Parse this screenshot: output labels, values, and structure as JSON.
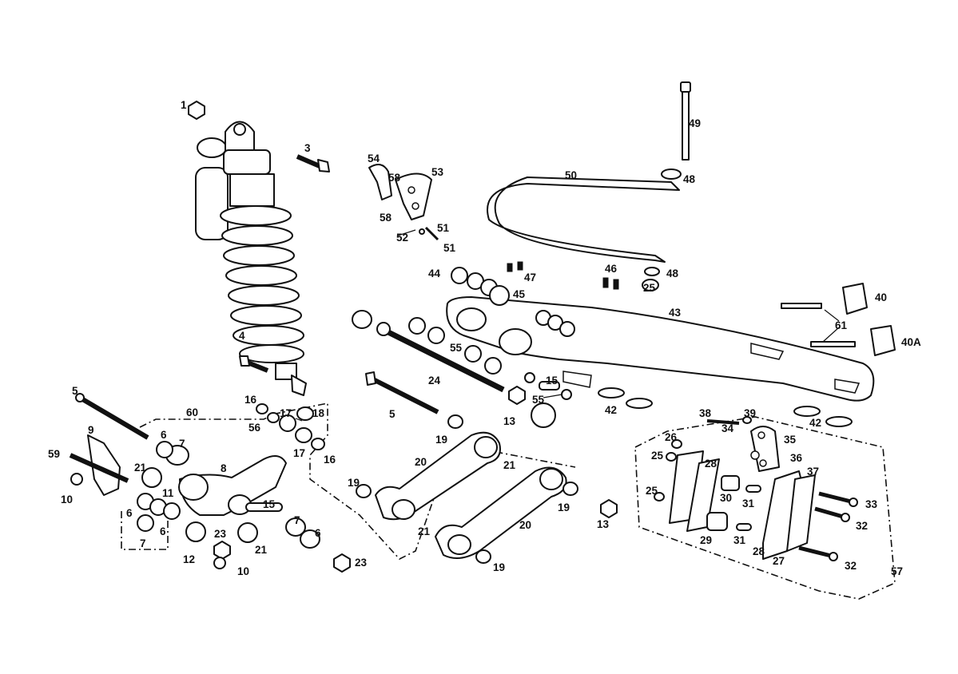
{
  "diagram": {
    "callouts": [
      {
        "id": "c1",
        "text": "1"
      },
      {
        "id": "c3",
        "text": "3"
      },
      {
        "id": "c4",
        "text": "4"
      },
      {
        "id": "c5a",
        "text": "5"
      },
      {
        "id": "c5b",
        "text": "5"
      },
      {
        "id": "c6a",
        "text": "6"
      },
      {
        "id": "c6b",
        "text": "6"
      },
      {
        "id": "c6c",
        "text": "6"
      },
      {
        "id": "c6d",
        "text": "6"
      },
      {
        "id": "c7a",
        "text": "7"
      },
      {
        "id": "c7b",
        "text": "7"
      },
      {
        "id": "c7c",
        "text": "7"
      },
      {
        "id": "c8",
        "text": "8"
      },
      {
        "id": "c9",
        "text": "9"
      },
      {
        "id": "c10a",
        "text": "10"
      },
      {
        "id": "c10b",
        "text": "10"
      },
      {
        "id": "c11",
        "text": "11"
      },
      {
        "id": "c12",
        "text": "12"
      },
      {
        "id": "c13a",
        "text": "13"
      },
      {
        "id": "c13b",
        "text": "13"
      },
      {
        "id": "c15a",
        "text": "15"
      },
      {
        "id": "c15b",
        "text": "15"
      },
      {
        "id": "c16a",
        "text": "16"
      },
      {
        "id": "c16b",
        "text": "16"
      },
      {
        "id": "c17a",
        "text": "17"
      },
      {
        "id": "c17b",
        "text": "17"
      },
      {
        "id": "c18",
        "text": "18"
      },
      {
        "id": "c19a",
        "text": "19"
      },
      {
        "id": "c19b",
        "text": "19"
      },
      {
        "id": "c19c",
        "text": "19"
      },
      {
        "id": "c19d",
        "text": "19"
      },
      {
        "id": "c20a",
        "text": "20"
      },
      {
        "id": "c20b",
        "text": "20"
      },
      {
        "id": "c21a",
        "text": "21"
      },
      {
        "id": "c21b",
        "text": "21"
      },
      {
        "id": "c21c",
        "text": "21"
      },
      {
        "id": "c21d",
        "text": "21"
      },
      {
        "id": "c23a",
        "text": "23"
      },
      {
        "id": "c23b",
        "text": "23"
      },
      {
        "id": "c24",
        "text": "24"
      },
      {
        "id": "c25a",
        "text": "25"
      },
      {
        "id": "c25b",
        "text": "25"
      },
      {
        "id": "c25c",
        "text": "25"
      },
      {
        "id": "c26",
        "text": "26"
      },
      {
        "id": "c27",
        "text": "27"
      },
      {
        "id": "c28a",
        "text": "28"
      },
      {
        "id": "c28b",
        "text": "28"
      },
      {
        "id": "c29",
        "text": "29"
      },
      {
        "id": "c30",
        "text": "30"
      },
      {
        "id": "c31a",
        "text": "31"
      },
      {
        "id": "c31b",
        "text": "31"
      },
      {
        "id": "c32a",
        "text": "32"
      },
      {
        "id": "c32b",
        "text": "32"
      },
      {
        "id": "c33",
        "text": "33"
      },
      {
        "id": "c34",
        "text": "34"
      },
      {
        "id": "c35",
        "text": "35"
      },
      {
        "id": "c36",
        "text": "36"
      },
      {
        "id": "c37",
        "text": "37"
      },
      {
        "id": "c38",
        "text": "38"
      },
      {
        "id": "c39",
        "text": "39"
      },
      {
        "id": "c40",
        "text": "40"
      },
      {
        "id": "c40A",
        "text": "40A"
      },
      {
        "id": "c42a",
        "text": "42"
      },
      {
        "id": "c42b",
        "text": "42"
      },
      {
        "id": "c43",
        "text": "43"
      },
      {
        "id": "c44",
        "text": "44"
      },
      {
        "id": "c45",
        "text": "45"
      },
      {
        "id": "c46",
        "text": "46"
      },
      {
        "id": "c47",
        "text": "47"
      },
      {
        "id": "c48a",
        "text": "48"
      },
      {
        "id": "c48b",
        "text": "48"
      },
      {
        "id": "c49",
        "text": "49"
      },
      {
        "id": "c50",
        "text": "50"
      },
      {
        "id": "c51a",
        "text": "51"
      },
      {
        "id": "c51b",
        "text": "51"
      },
      {
        "id": "c52",
        "text": "52"
      },
      {
        "id": "c53",
        "text": "53"
      },
      {
        "id": "c54",
        "text": "54"
      },
      {
        "id": "c55a",
        "text": "55"
      },
      {
        "id": "c55b",
        "text": "55"
      },
      {
        "id": "c56",
        "text": "56"
      },
      {
        "id": "c57",
        "text": "57"
      },
      {
        "id": "c58a",
        "text": "58"
      },
      {
        "id": "c58b",
        "text": "58"
      },
      {
        "id": "c59",
        "text": "59"
      },
      {
        "id": "c60",
        "text": "60"
      },
      {
        "id": "c61",
        "text": "61"
      }
    ]
  }
}
